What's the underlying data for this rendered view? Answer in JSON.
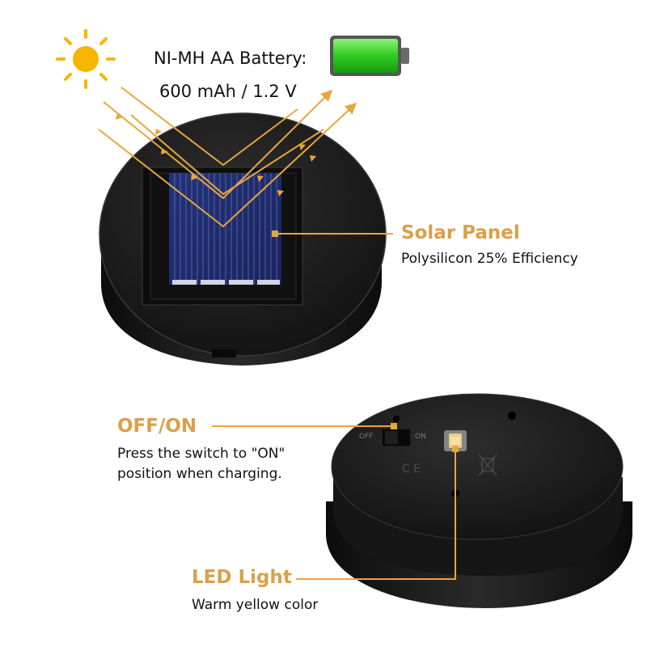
{
  "battery": {
    "title": "NI-MH AA Battery:",
    "spec": "600 mAh / 1.2 V",
    "color": "#3fd62e"
  },
  "solar_panel": {
    "title": "Solar Panel",
    "description": "Polysilicon 25% Efficiency"
  },
  "switch": {
    "title": "OFF/ON",
    "description_line1": "Press the switch to \"ON\"",
    "description_line2": "position when charging.",
    "off_label": "OFF",
    "on_label": "ON"
  },
  "led": {
    "title": "LED Light",
    "description": "Warm yellow color"
  },
  "colors": {
    "accent": "#d9a04a",
    "sun": "#f7b500",
    "device": "#1a1a1a"
  },
  "icons": [
    "sun-icon",
    "battery-icon",
    "ce-mark-icon",
    "weee-bin-icon"
  ]
}
